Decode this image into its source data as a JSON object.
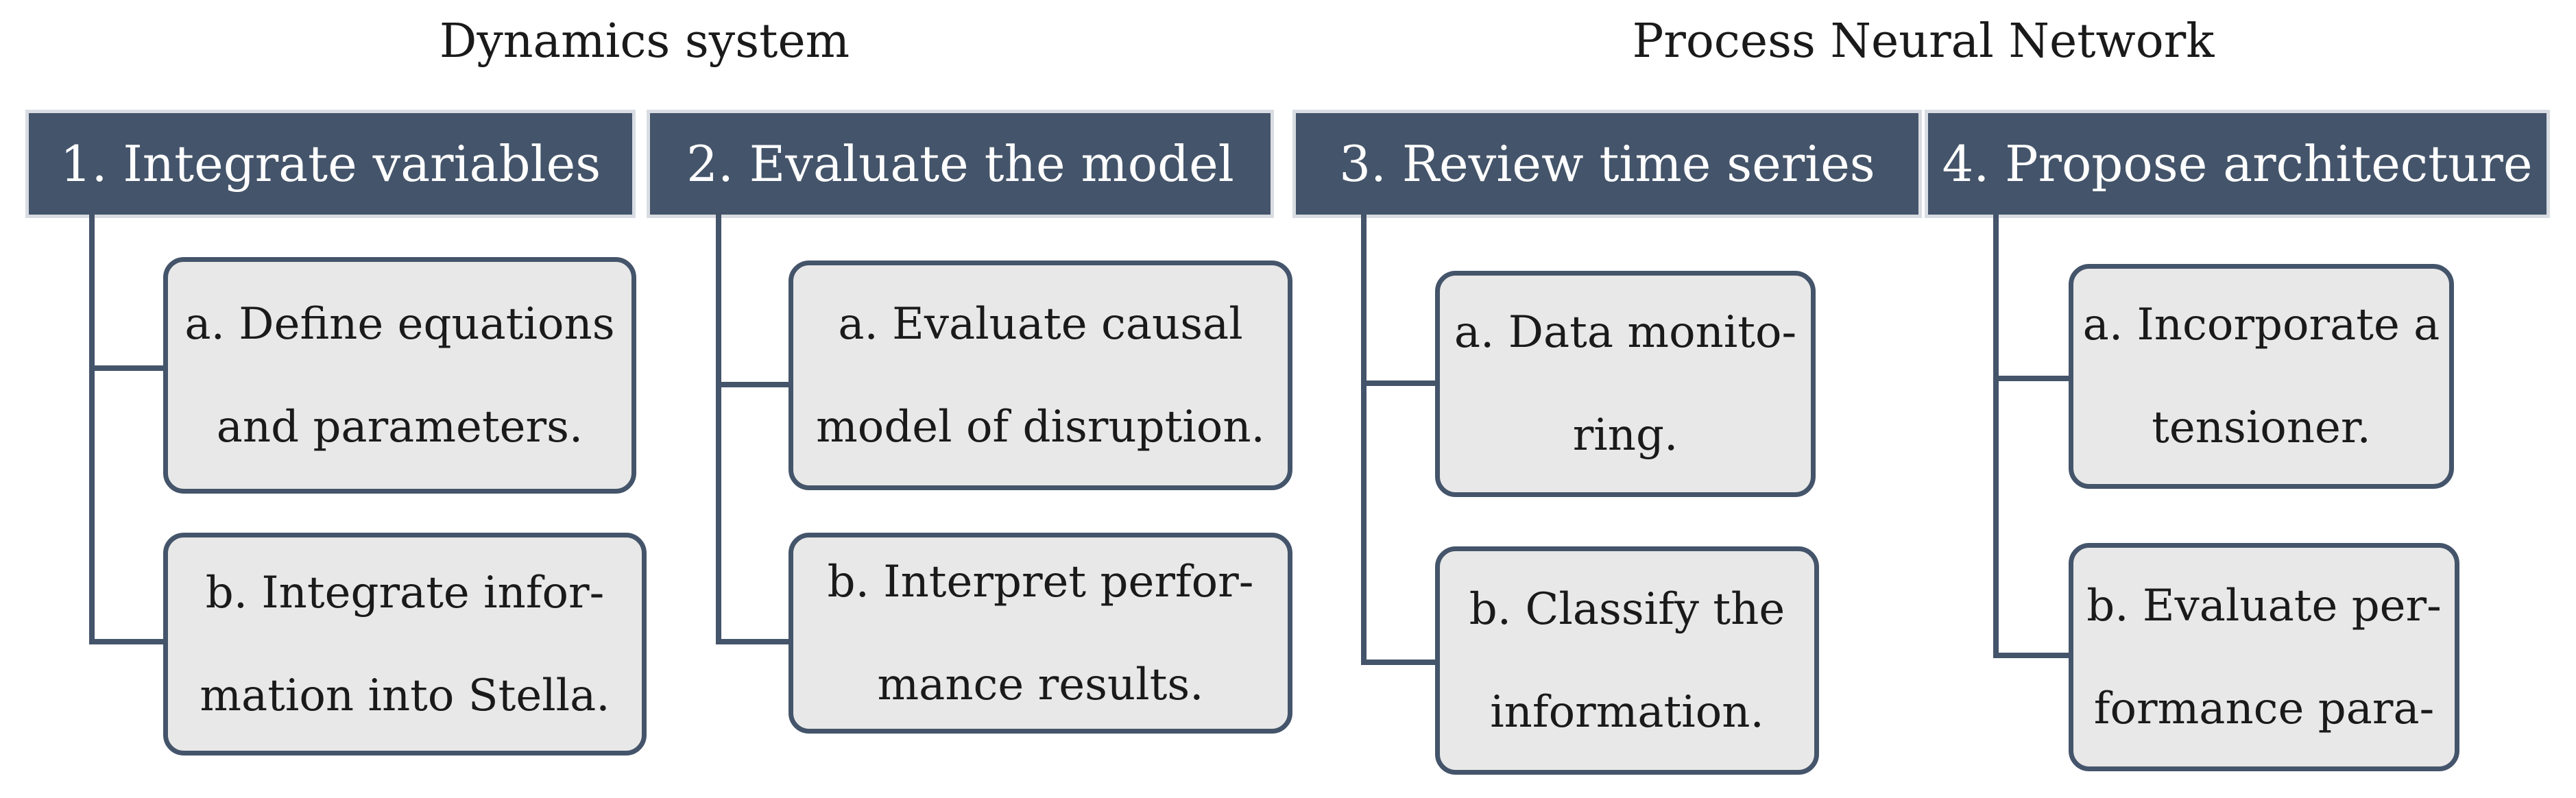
{
  "groups": [
    {
      "title": "Dynamics system"
    },
    {
      "title": "Process Neural Network"
    }
  ],
  "steps": [
    {
      "header": "1. Integrate variables",
      "items": [
        "a. Define equations\nand parameters.",
        "b. Integrate infor-\nmation into Stella."
      ]
    },
    {
      "header": "2. Evaluate the model",
      "items": [
        "a. Evaluate causal\nmodel of disruption.",
        "b. Interpret perfor-\nmance results."
      ]
    },
    {
      "header": "3. Review time series",
      "items": [
        "a. Data monito-\nring.",
        "b. Classify the\ninformation."
      ]
    },
    {
      "header": "4. Propose architecture",
      "items": [
        "a. Incorporate a\ntensioner.",
        "b. Evaluate per-\nformance para-"
      ]
    }
  ],
  "colors": {
    "header_fill": "#44546a",
    "header_text": "#ffffff",
    "card_fill": "#e8e8e8",
    "card_border": "#44546a",
    "connector": "#44546a"
  }
}
